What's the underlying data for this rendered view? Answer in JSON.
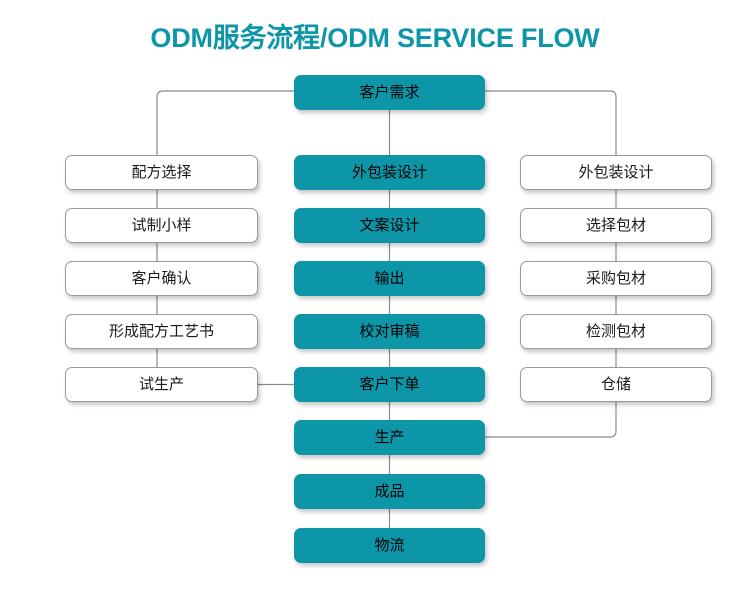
{
  "header": {
    "title": "ODM服务流程/ODM SERVICE FLOW",
    "title_color": "#0d96a8"
  },
  "theme": {
    "accent": "#0d96a8",
    "box_fill_plain": "#ffffff",
    "box_border_plain": "#9a9a9a",
    "text_color": "#1a1a1a",
    "connector_color": "#8a8a8a",
    "background": "#ffffff"
  },
  "chart_data": {
    "type": "diagram",
    "title": "ODM服务流程/ODM SERVICE FLOW",
    "layout": "three-column flowchart with single root node",
    "root": {
      "id": "n0",
      "label": "客户需求",
      "style": "teal"
    },
    "columns": [
      {
        "name": "formula-branch",
        "position": "left",
        "style": "plain",
        "nodes": [
          {
            "id": "L1",
            "label": "配方选择"
          },
          {
            "id": "L2",
            "label": "试制小样"
          },
          {
            "id": "L3",
            "label": "客户确认"
          },
          {
            "id": "L4",
            "label": "形成配方工艺书"
          },
          {
            "id": "L5",
            "label": "试生产"
          }
        ]
      },
      {
        "name": "main-branch",
        "position": "center",
        "style": "teal",
        "nodes": [
          {
            "id": "M1",
            "label": "外包装设计"
          },
          {
            "id": "M2",
            "label": "文案设计"
          },
          {
            "id": "M3",
            "label": "输出"
          },
          {
            "id": "M4",
            "label": "校对审稿"
          },
          {
            "id": "M5",
            "label": "客户下单"
          },
          {
            "id": "M6",
            "label": "生产"
          },
          {
            "id": "M7",
            "label": "成品"
          },
          {
            "id": "M8",
            "label": "物流"
          }
        ]
      },
      {
        "name": "packaging-branch",
        "position": "right",
        "style": "plain",
        "nodes": [
          {
            "id": "R1",
            "label": "外包装设计"
          },
          {
            "id": "R2",
            "label": "选择包材"
          },
          {
            "id": "R3",
            "label": "采购包材"
          },
          {
            "id": "R4",
            "label": "检测包材"
          },
          {
            "id": "R5",
            "label": "仓储"
          }
        ]
      }
    ],
    "edges": [
      {
        "from": "n0",
        "to": "L1",
        "type": "elbow"
      },
      {
        "from": "n0",
        "to": "M1",
        "type": "straight"
      },
      {
        "from": "n0",
        "to": "R1",
        "type": "elbow"
      },
      {
        "from": "L1",
        "to": "L2",
        "type": "straight"
      },
      {
        "from": "L2",
        "to": "L3",
        "type": "straight"
      },
      {
        "from": "L3",
        "to": "L4",
        "type": "straight"
      },
      {
        "from": "L4",
        "to": "L5",
        "type": "straight"
      },
      {
        "from": "L5",
        "to": "M5",
        "type": "horizontal"
      },
      {
        "from": "M1",
        "to": "M2",
        "type": "straight"
      },
      {
        "from": "M2",
        "to": "M3",
        "type": "straight"
      },
      {
        "from": "M3",
        "to": "M4",
        "type": "straight"
      },
      {
        "from": "M4",
        "to": "M5",
        "type": "straight"
      },
      {
        "from": "M5",
        "to": "M6",
        "type": "straight"
      },
      {
        "from": "M6",
        "to": "M7",
        "type": "straight"
      },
      {
        "from": "M7",
        "to": "M8",
        "type": "straight"
      },
      {
        "from": "R1",
        "to": "R2",
        "type": "straight"
      },
      {
        "from": "R2",
        "to": "R3",
        "type": "straight"
      },
      {
        "from": "R3",
        "to": "R4",
        "type": "straight"
      },
      {
        "from": "R4",
        "to": "R5",
        "type": "straight"
      },
      {
        "from": "R5",
        "to": "M6",
        "type": "elbow"
      }
    ]
  }
}
